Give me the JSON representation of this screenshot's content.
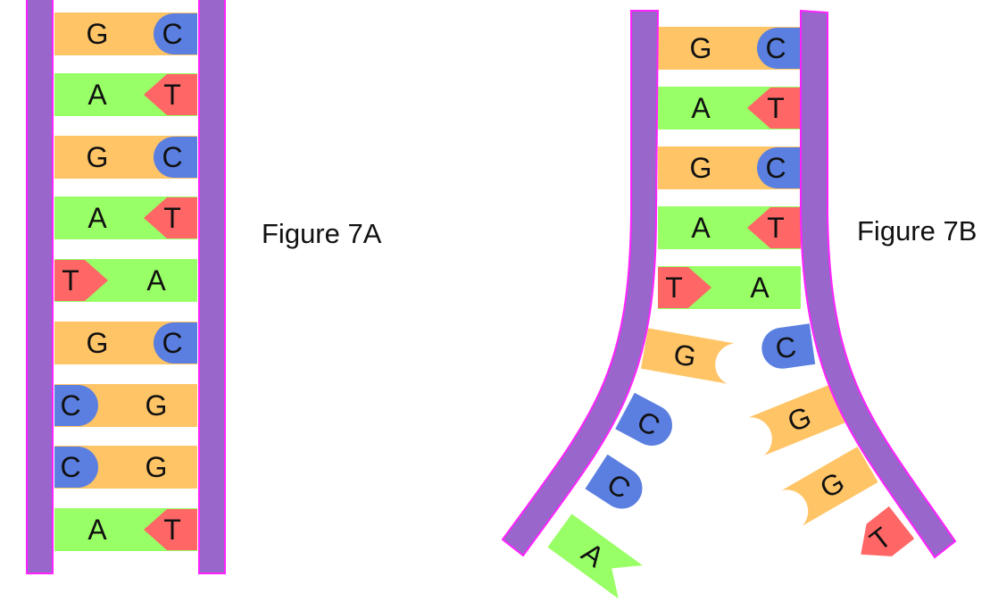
{
  "figures": {
    "a": {
      "label": "Figure 7A",
      "pairs": [
        {
          "left": "G",
          "right": "C"
        },
        {
          "left": "A",
          "right": "T"
        },
        {
          "left": "G",
          "right": "C"
        },
        {
          "left": "A",
          "right": "T"
        },
        {
          "left": "T",
          "right": "A"
        },
        {
          "left": "G",
          "right": "C"
        },
        {
          "left": "C",
          "right": "G"
        },
        {
          "left": "C",
          "right": "G"
        },
        {
          "left": "A",
          "right": "T"
        }
      ]
    },
    "b": {
      "label": "Figure 7B",
      "paired": [
        {
          "left": "G",
          "right": "C"
        },
        {
          "left": "A",
          "right": "T"
        },
        {
          "left": "G",
          "right": "C"
        },
        {
          "left": "A",
          "right": "T"
        },
        {
          "left": "T",
          "right": "A"
        }
      ],
      "left_strand_unpaired": [
        "G",
        "C",
        "C",
        "A"
      ],
      "right_strand_unpaired": [
        "C",
        "G",
        "G",
        "T"
      ]
    }
  },
  "colors": {
    "backbone": "#9966cc",
    "backbone_outline": "#ff22ff",
    "G": "#ffc466",
    "C": "#5b7fe0",
    "A": "#99ff66",
    "T": "#ff6666"
  }
}
